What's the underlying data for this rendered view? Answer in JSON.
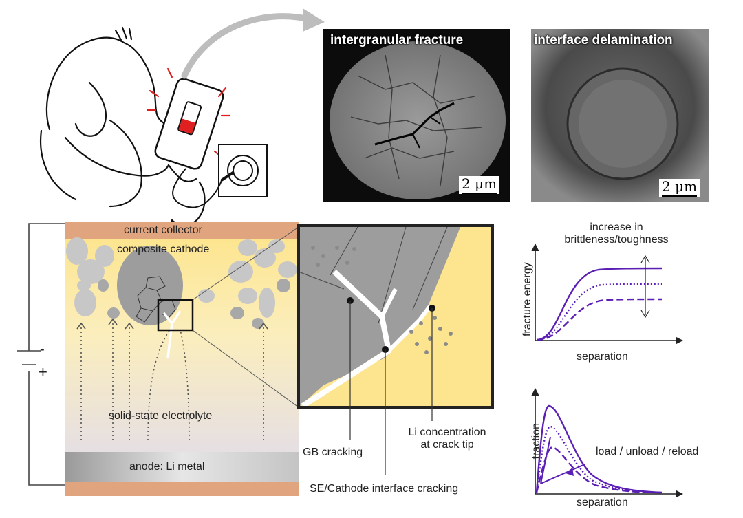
{
  "micrographs": {
    "left_title": "intergranular fracture",
    "right_title": "interface delamination",
    "scale_text": "2 μm"
  },
  "cell": {
    "collector_top": "current collector",
    "cathode_label": "composite cathode",
    "electrolyte_label": "solid-state electrolyte",
    "anode_label": "anode: Li metal",
    "polarity_minus": "-",
    "polarity_plus": "+"
  },
  "zoom": {
    "gb_cracking": "GB cracking",
    "interface_cracking": "SE/Cathode interface cracking",
    "li_concentration_line1": "Li concentration",
    "li_concentration_line2": "at crack tip"
  },
  "graphs": {
    "top_title_line1": "increase in",
    "top_title_line2": "brittleness/toughness",
    "top_ylabel": "fracture energy",
    "top_xlabel": "separation",
    "bottom_ylabel": "traction",
    "bottom_xlabel": "separation",
    "bottom_annotation": "load / unload / reload",
    "curve_color": "#5b1fb5"
  },
  "colors": {
    "collector": "#e0a47f",
    "electrolyte_top": "#fde58f",
    "anode": "#c8c8c8",
    "accent_red": "#e02020"
  }
}
